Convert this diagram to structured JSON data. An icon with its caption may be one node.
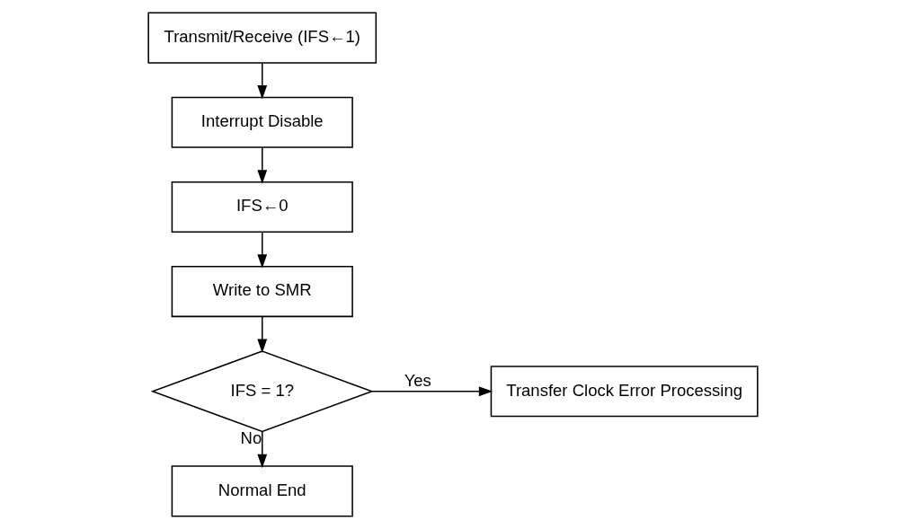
{
  "diagram": {
    "nodes": [
      {
        "text": [
          "Transmit/Receive (IFS←1)"
        ]
      },
      {
        "text": [
          "Interrupt Disable"
        ]
      },
      {
        "text": [
          "IFS←0"
        ]
      },
      {
        "text": [
          "Write to SMR"
        ]
      },
      {
        "text": [
          "IFS = 1?"
        ]
      },
      {
        "text": [
          "Transfer Clock Error Processing"
        ]
      },
      {
        "text": [
          "Normal End"
        ]
      }
    ],
    "edges": [
      {
        "from": 0,
        "to": 1,
        "arrow": "to"
      },
      {
        "from": 1,
        "to": 2,
        "arrow": "to"
      },
      {
        "from": 2,
        "to": 3,
        "arrow": "to"
      },
      {
        "from": 3,
        "to": 4,
        "arrow": "to"
      },
      {
        "from": 4,
        "to": 5,
        "arrow": "to",
        "label": "Yes"
      },
      {
        "from": 4,
        "to": 6,
        "arrow": "to",
        "label": "No"
      }
    ]
  }
}
